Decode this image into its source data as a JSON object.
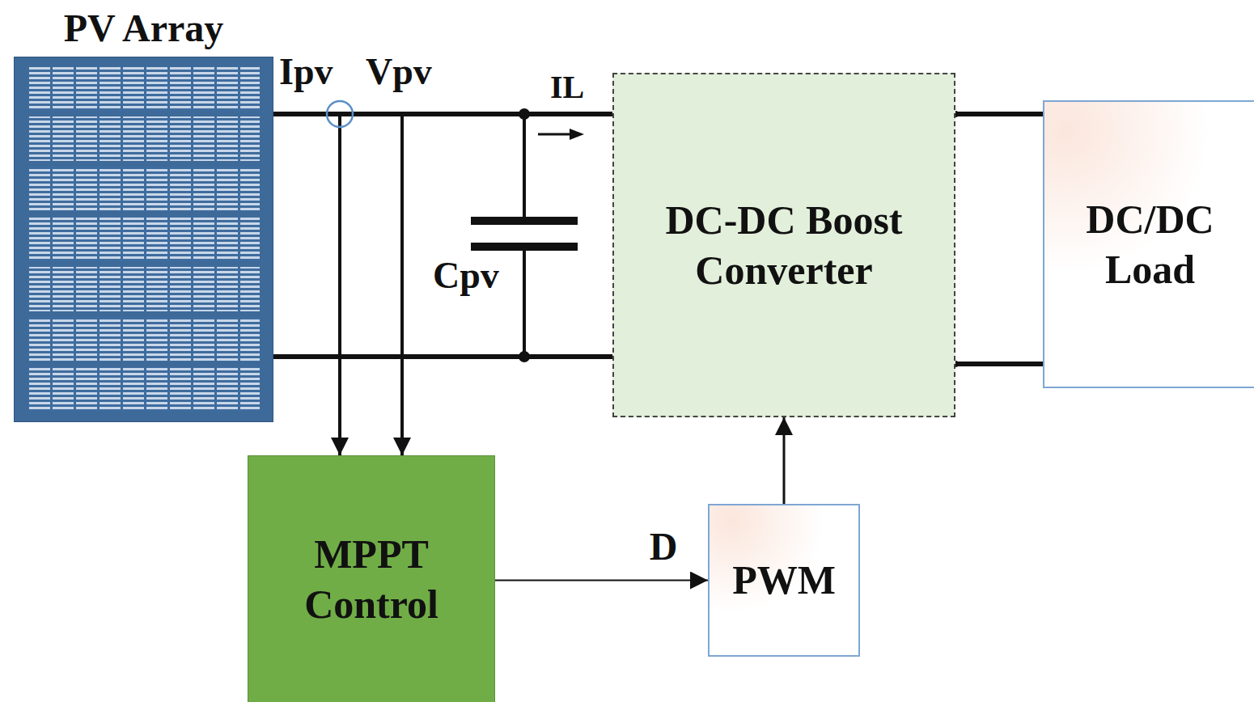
{
  "diagram": {
    "nodes": [
      {
        "text": [
          "PV Array"
        ]
      },
      {
        "text": [
          "DC-DC Boost Converter"
        ]
      },
      {
        "text": [
          "DC/DC Load"
        ]
      },
      {
        "text": [
          "MPPT Control"
        ]
      },
      {
        "text": [
          "PWM"
        ]
      }
    ],
    "edges": [
      {
        "from": 0,
        "to": 1,
        "arrow": "none"
      },
      {
        "from": 0,
        "to": 1,
        "arrow": "none"
      },
      {
        "from": 1,
        "to": 2,
        "arrow": "none"
      },
      {
        "from": 1,
        "to": 2,
        "arrow": "none"
      },
      {
        "from": 0,
        "to": 3,
        "arrow": "to"
      },
      {
        "from": 0,
        "to": 3,
        "arrow": "to"
      },
      {
        "from": 3,
        "to": 4,
        "label": "D",
        "arrow": "to"
      },
      {
        "from": 4,
        "to": 1,
        "arrow": "to"
      }
    ],
    "labels": [
      "Ipv",
      "Vpv",
      "IL",
      "Cpv"
    ]
  }
}
